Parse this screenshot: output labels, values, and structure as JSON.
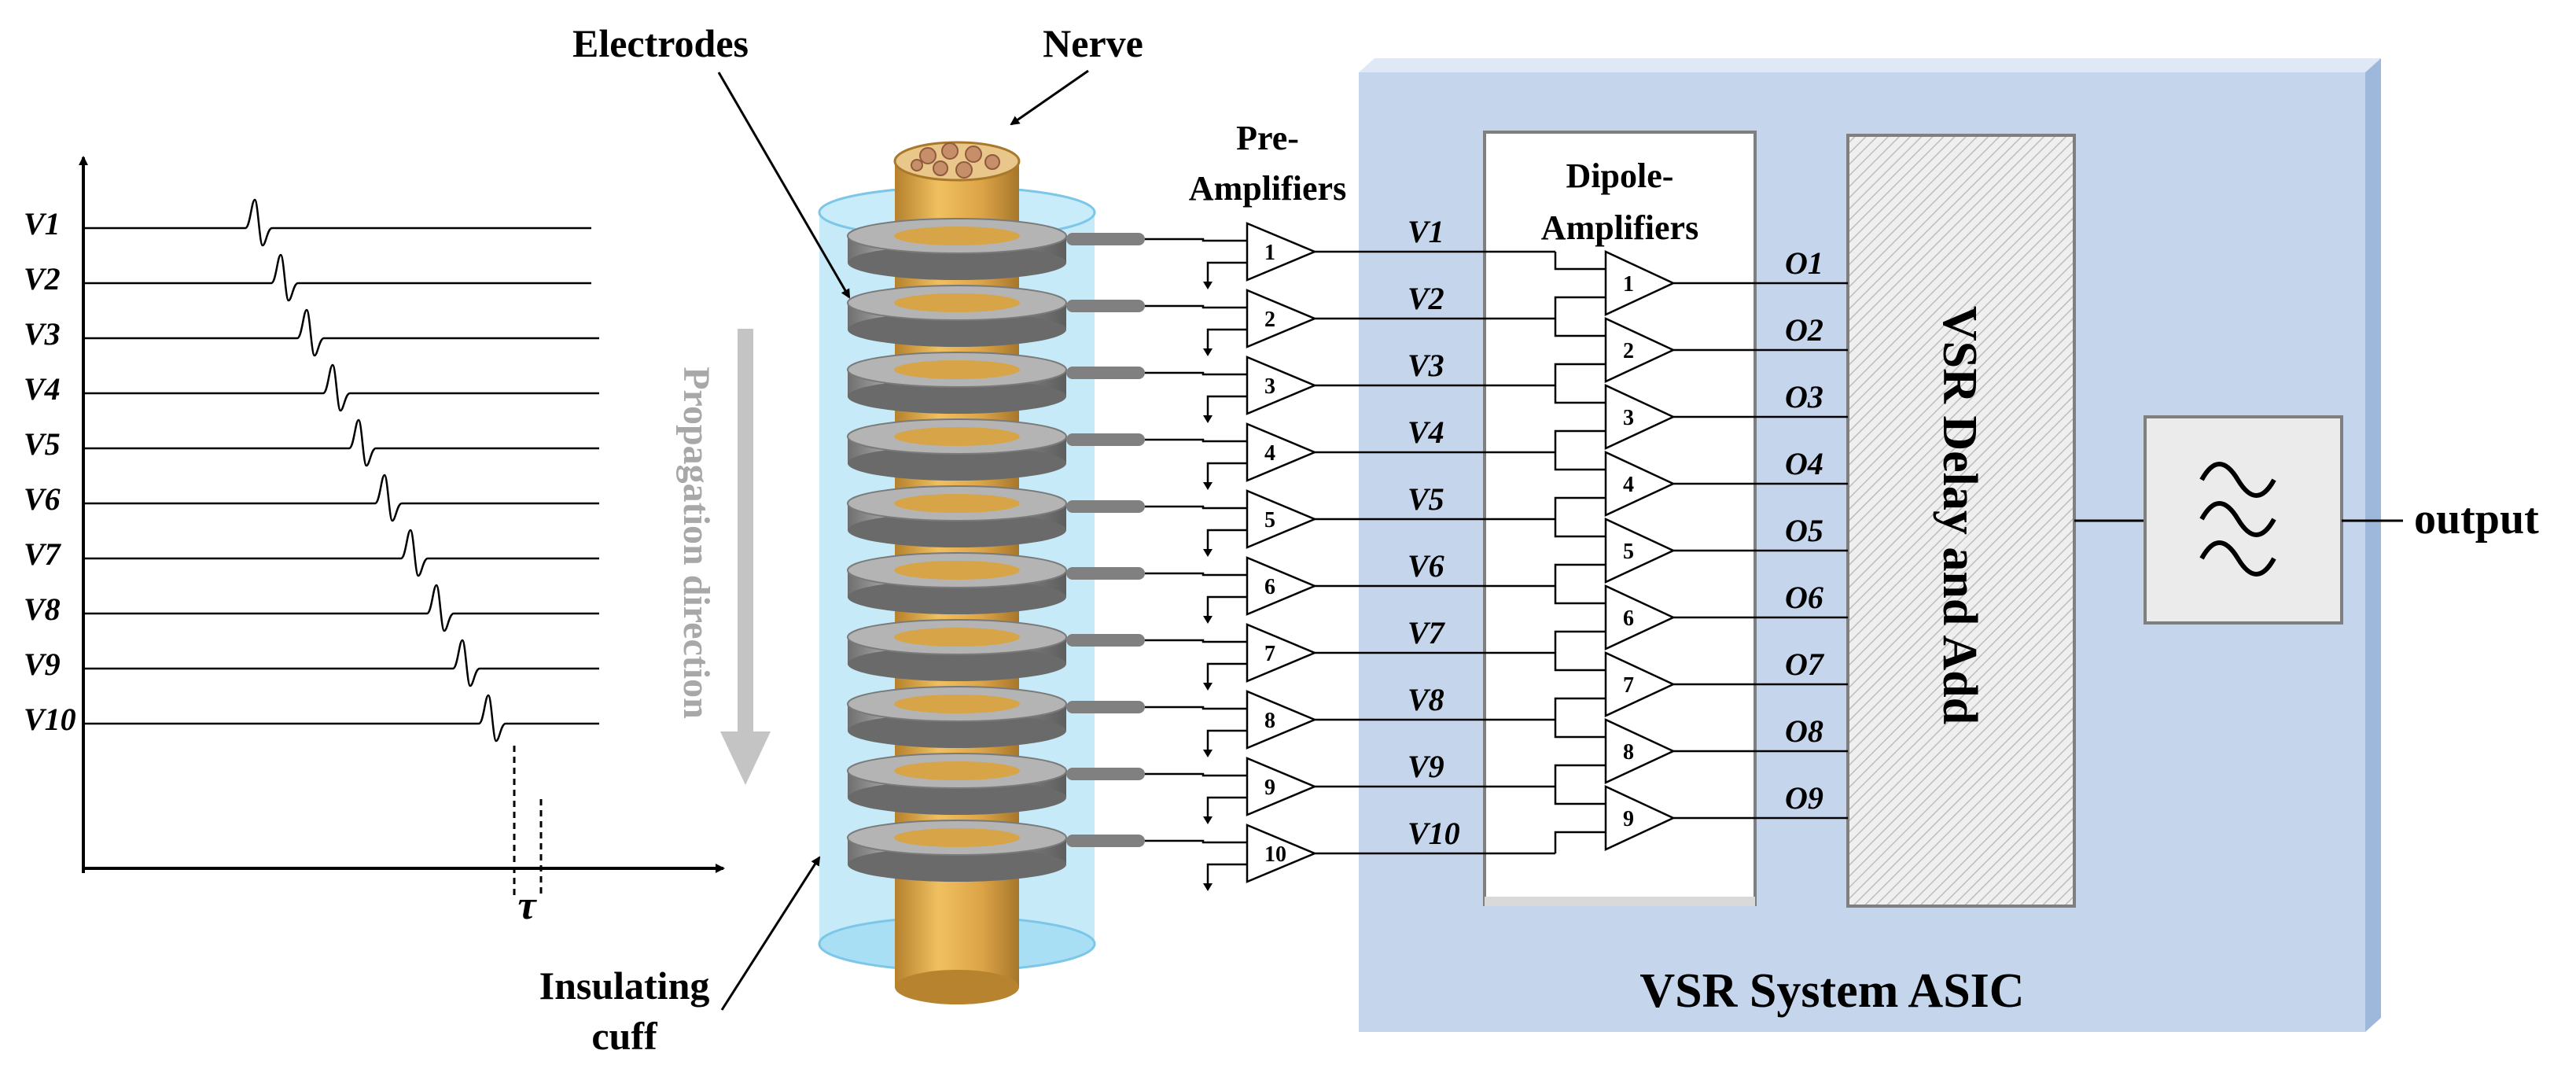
{
  "colors": {
    "asic_panel": "#c5d6ec",
    "asic_edge": "#9eb8dc",
    "nerve": "#d9a542",
    "nerve_dark": "#a9782a",
    "cuff": "#9fd8f2",
    "electrode": "#8a8a8a",
    "arrow_gray": "#c4c4c4",
    "box_border": "#7f7f7f"
  },
  "labels": {
    "electrodes": "Electrodes",
    "nerve": "Nerve",
    "insulating": "Insulating",
    "cuff": "cuff",
    "propagation": "Propagation direction",
    "tau": "τ",
    "pre_line1": "Pre-",
    "pre_line2": "Amplifiers",
    "dipole_line1": "Dipole-",
    "dipole_line2": "Amplifiers",
    "vsr_block": "VSR Delay and Add",
    "asic": "VSR System ASIC",
    "output": "output"
  },
  "signals": [
    "V1",
    "V2",
    "V3",
    "V4",
    "V5",
    "V6",
    "V7",
    "V8",
    "V9",
    "V10"
  ],
  "pre_amp_numbers": [
    "1",
    "2",
    "3",
    "4",
    "5",
    "6",
    "7",
    "8",
    "9",
    "10"
  ],
  "dipole_amp_numbers": [
    "1",
    "2",
    "3",
    "4",
    "5",
    "6",
    "7",
    "8",
    "9"
  ],
  "outputs": [
    "O1",
    "O2",
    "O3",
    "O4",
    "O5",
    "O6",
    "O7",
    "O8",
    "O9"
  ],
  "icons": {
    "filter": "bandpass-filter-icon"
  }
}
